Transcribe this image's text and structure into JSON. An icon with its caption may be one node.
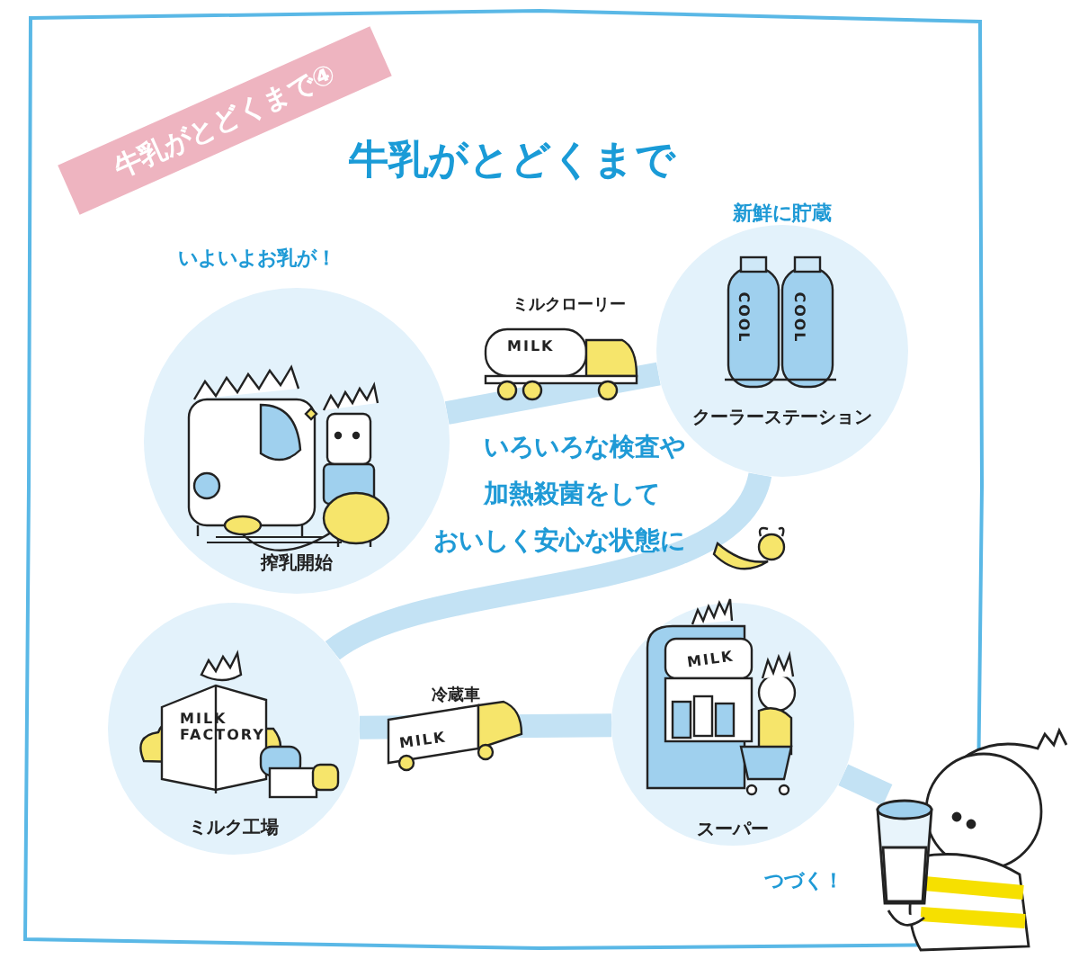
{
  "diagram": {
    "title": "牛乳がとどくまで",
    "nodes": [
      {
        "text": [
          "搾乳開始"
        ],
        "beside": [
          "いよいよお乳が！"
        ]
      },
      {
        "text": [
          "クーラーステーション"
        ],
        "beside": [
          "新鮮に貯蔵"
        ]
      },
      {
        "text": [
          "ミルク工場"
        ]
      },
      {
        "text": [
          "スーパー"
        ]
      },
      {
        "text": [],
        "shape": "picture",
        "beside": [
          "つづく！"
        ]
      }
    ],
    "edges": [
      {
        "from": 0,
        "to": 1,
        "arrow": "none",
        "label": "ミルクローリー"
      },
      {
        "from": 1,
        "to": 2,
        "arrow": "none"
      },
      {
        "from": 2,
        "to": 3,
        "arrow": "none",
        "label": "冷蔵車"
      },
      {
        "from": 3,
        "to": 4,
        "arrow": "none"
      }
    ],
    "labels": [
      "牛乳がとどくまで④",
      "MILK",
      "COOL",
      "COOL",
      "いろいろな検査や",
      "加熱殺菌をして",
      "おいしく安心な状態に",
      "MILK",
      "MILK FACTORY",
      "MILK"
    ]
  }
}
